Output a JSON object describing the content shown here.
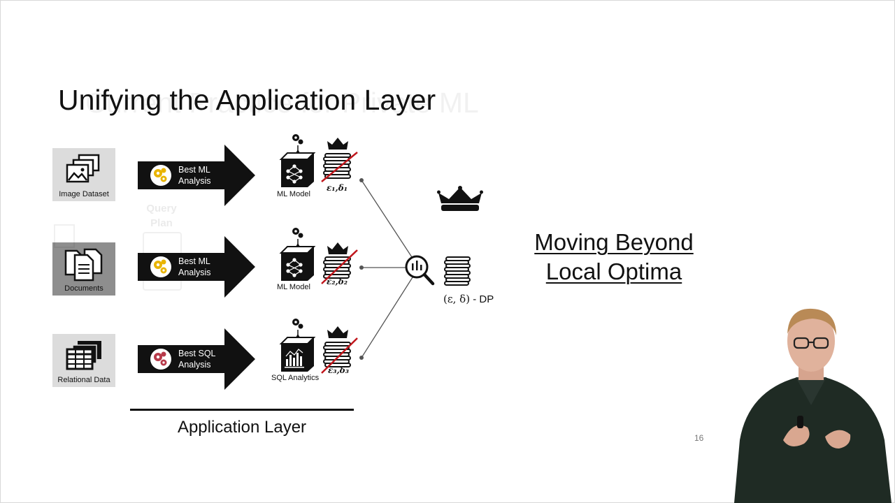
{
  "slide": {
    "title": "Unifying the Application Layer",
    "page_number": "16",
    "ghost_title": "Current Practice for Private ML",
    "ghost_query_plan": "Query\nPlan"
  },
  "sources": [
    {
      "label": "Image Dataset",
      "icon": "images-icon"
    },
    {
      "label": "Documents",
      "icon": "documents-icon"
    },
    {
      "label": "Relational Data",
      "icon": "table-icon"
    }
  ],
  "analyses": [
    {
      "line1": "Best ML",
      "line2": "Analysis",
      "gear_color": "#e9b400"
    },
    {
      "line1": "Best ML",
      "line2": "Analysis",
      "gear_color": "#e9b400"
    },
    {
      "line1": "Best SQL",
      "line2": "Analysis",
      "gear_color": "#b73a4a"
    }
  ],
  "models": [
    {
      "label": "ML Model",
      "icon": "neural-network-icon",
      "budget": "ε₁,δ₁"
    },
    {
      "label": "ML Model",
      "icon": "neural-network-icon",
      "budget": "ε₂,δ₂"
    },
    {
      "label": "SQL Analytics",
      "icon": "bar-chart-icon",
      "budget": "ε₃,δ₃"
    }
  ],
  "combined": {
    "dp_symbols": "(ε, δ)",
    "dp_suffix": " - DP"
  },
  "headline": {
    "line1": "Moving Beyond",
    "line2": "Local Optima"
  },
  "application_layer": "Application Layer",
  "colors": {
    "arrow": "#111111",
    "strike": "#c0161c",
    "source_bg": "#dcdcdc",
    "source_bg_selected": "#8e8e8e"
  }
}
